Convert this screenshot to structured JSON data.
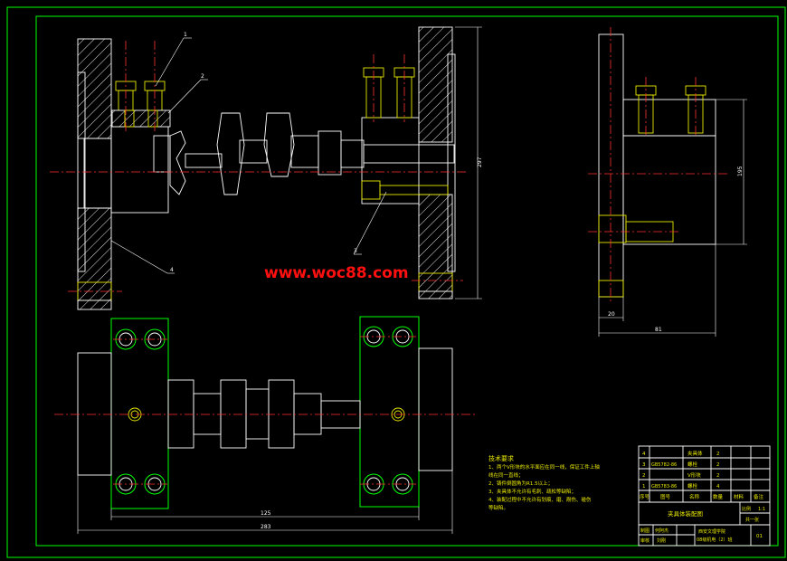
{
  "watermark": "www.woc88.com",
  "part_numbers": [
    "1",
    "2",
    "3",
    "4"
  ],
  "dimensions": {
    "height_main": "297",
    "width_bottom_inner": "125",
    "width_bottom_outer": "283",
    "side_height": "195",
    "side_width_small": "20",
    "side_width_total": "81"
  },
  "notes": {
    "title": "技术要求",
    "lines": [
      "1、两个V形块的水平面应在同一线，保证工件上轴",
      "线在同一直线；",
      "2、铸件倒圆角为R1.5以上；",
      "3、夹具体不允许有毛刺、疏松等缺陷；",
      "4、装配过程中不允许有划痕、磨、剐伤、碰伤",
      "等缺陷。"
    ]
  },
  "parts_list": {
    "rows": [
      {
        "no": "4",
        "code": "",
        "name": "夹具体",
        "qty": "2"
      },
      {
        "no": "3",
        "code": "GB5782-86",
        "name": "螺栓",
        "qty": "2"
      },
      {
        "no": "2",
        "code": "",
        "name": "V形块",
        "qty": "2"
      },
      {
        "no": "1",
        "code": "GB5783-86",
        "name": "螺栓",
        "qty": "4"
      }
    ],
    "header": {
      "no": "序号",
      "code": "图号",
      "name": "名称",
      "qty": "数量",
      "material": "材料",
      "remark": "备注"
    }
  },
  "title_block": {
    "drawing_name": "夹具体装配图",
    "scale_label": "比例",
    "scale": "1:1",
    "sheets": "共一张",
    "designer_label": "制图",
    "designer": "何阿杰",
    "reviewer_label": "审核",
    "reviewer": "刘刚",
    "school": "西安文理学院",
    "class_name": "08级机电（2）班",
    "sheet_no": "01"
  }
}
